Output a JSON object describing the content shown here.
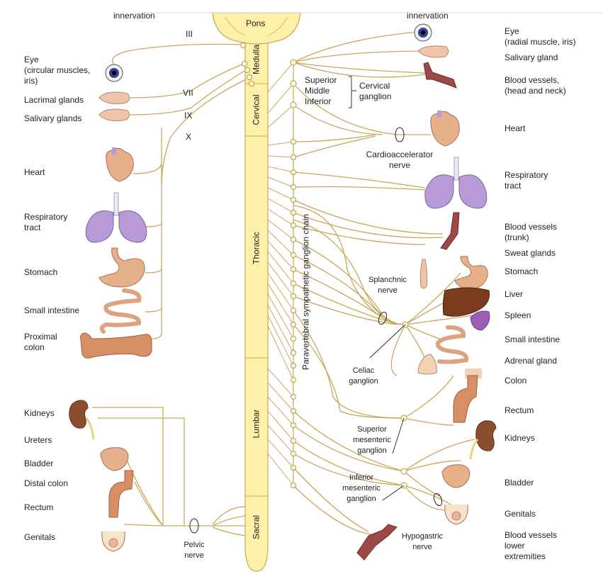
{
  "colors": {
    "nerve": "#c8a75b",
    "spinal_cord": "#fdf0a8",
    "organ_flesh": "#e6b08a",
    "lung": "#b79ad6",
    "kidney": "#8a4e2e",
    "liver": "#7c3b1e",
    "blood_vessel": "#9b4a48",
    "eye_iris": "#33418a"
  },
  "brainstem": {
    "pons": "Pons",
    "medulla": "Medulla"
  },
  "cord_sections": {
    "cervical": "Cervical",
    "thoracic": "Thoracic",
    "lumbar": "Lumbar",
    "sacral": "Sacral"
  },
  "chain_label": "Paravertebral sympathetic ganglion chain",
  "left": {
    "heading": "innervation",
    "cranial_nerves": {
      "iii": "III",
      "vii": "VII",
      "ix": "IX",
      "x": "X"
    },
    "organs": [
      {
        "label": "Eye\n(circular muscles,\niris)",
        "icon": "eye-icon"
      },
      {
        "label": "Lacrimal glands",
        "icon": "gland-icon"
      },
      {
        "label": "Salivary glands",
        "icon": "gland-icon"
      },
      {
        "label": "Heart",
        "icon": "heart-icon"
      },
      {
        "label": "Respiratory\ntract",
        "icon": "lungs-icon"
      },
      {
        "label": "Stomach",
        "icon": "stomach-icon"
      },
      {
        "label": "Small intestine",
        "icon": "small-intestine-icon"
      },
      {
        "label": "Proximal\ncolon",
        "icon": "colon-icon"
      },
      {
        "label": "Kidneys",
        "icon": "kidney-icon"
      },
      {
        "label": "Ureters",
        "icon": "ureter-icon"
      },
      {
        "label": "Bladder",
        "icon": "bladder-icon"
      },
      {
        "label": "Distal colon",
        "icon": "colon-icon"
      },
      {
        "label": "Rectum",
        "icon": "rectum-icon"
      },
      {
        "label": "Genitals",
        "icon": "genitals-icon"
      }
    ],
    "pelvic_nerve": "Pelvic\nnerve"
  },
  "right": {
    "heading": "innervation",
    "organs": [
      {
        "label": "Eye\n(radial muscle, iris)",
        "icon": "eye-icon"
      },
      {
        "label": "Salivary gland",
        "icon": "gland-icon"
      },
      {
        "label": "Blood vessels,\n(head and neck)",
        "icon": "blood-vessel-icon"
      },
      {
        "label": "Heart",
        "icon": "heart-icon"
      },
      {
        "label": "Respiratory\ntract",
        "icon": "lungs-icon"
      },
      {
        "label": "Blood vessels\n(trunk)",
        "icon": "blood-vessel-icon"
      },
      {
        "label": "Sweat glands",
        "icon": "sweat-gland-icon"
      },
      {
        "label": "Stomach",
        "icon": "stomach-icon"
      },
      {
        "label": "Liver",
        "icon": "liver-icon"
      },
      {
        "label": "Spleen",
        "icon": "spleen-icon"
      },
      {
        "label": "Small intestine",
        "icon": "small-intestine-icon"
      },
      {
        "label": "Adrenal gland",
        "icon": "adrenal-icon"
      },
      {
        "label": "Colon",
        "icon": "colon-icon"
      },
      {
        "label": "Rectum",
        "icon": "rectum-icon"
      },
      {
        "label": "Kidneys",
        "icon": "kidney-icon"
      },
      {
        "label": "Bladder",
        "icon": "bladder-icon"
      },
      {
        "label": "Genitals",
        "icon": "genitals-icon"
      },
      {
        "label": "Blood vessels\nlower\nextremities",
        "icon": "blood-vessel-icon"
      }
    ],
    "cervical_ganglia": {
      "levels": "Superior\nMiddle\nInferior",
      "name": "Cervical\nganglion"
    },
    "cardioaccelerator_nerve": "Cardioaccelerator\nnerve",
    "splanchnic_nerve": "Splanchnic\nnerve",
    "celiac_ganglion": "Celiac\nganglion",
    "superior_mesenteric_ganglion": "Superior\nmesenteric\nganglion",
    "inferior_mesenteric_ganglion": "Inferior\nmesenteric\nganglion",
    "hypogastric_nerve": "Hypogastric\nnerve"
  }
}
